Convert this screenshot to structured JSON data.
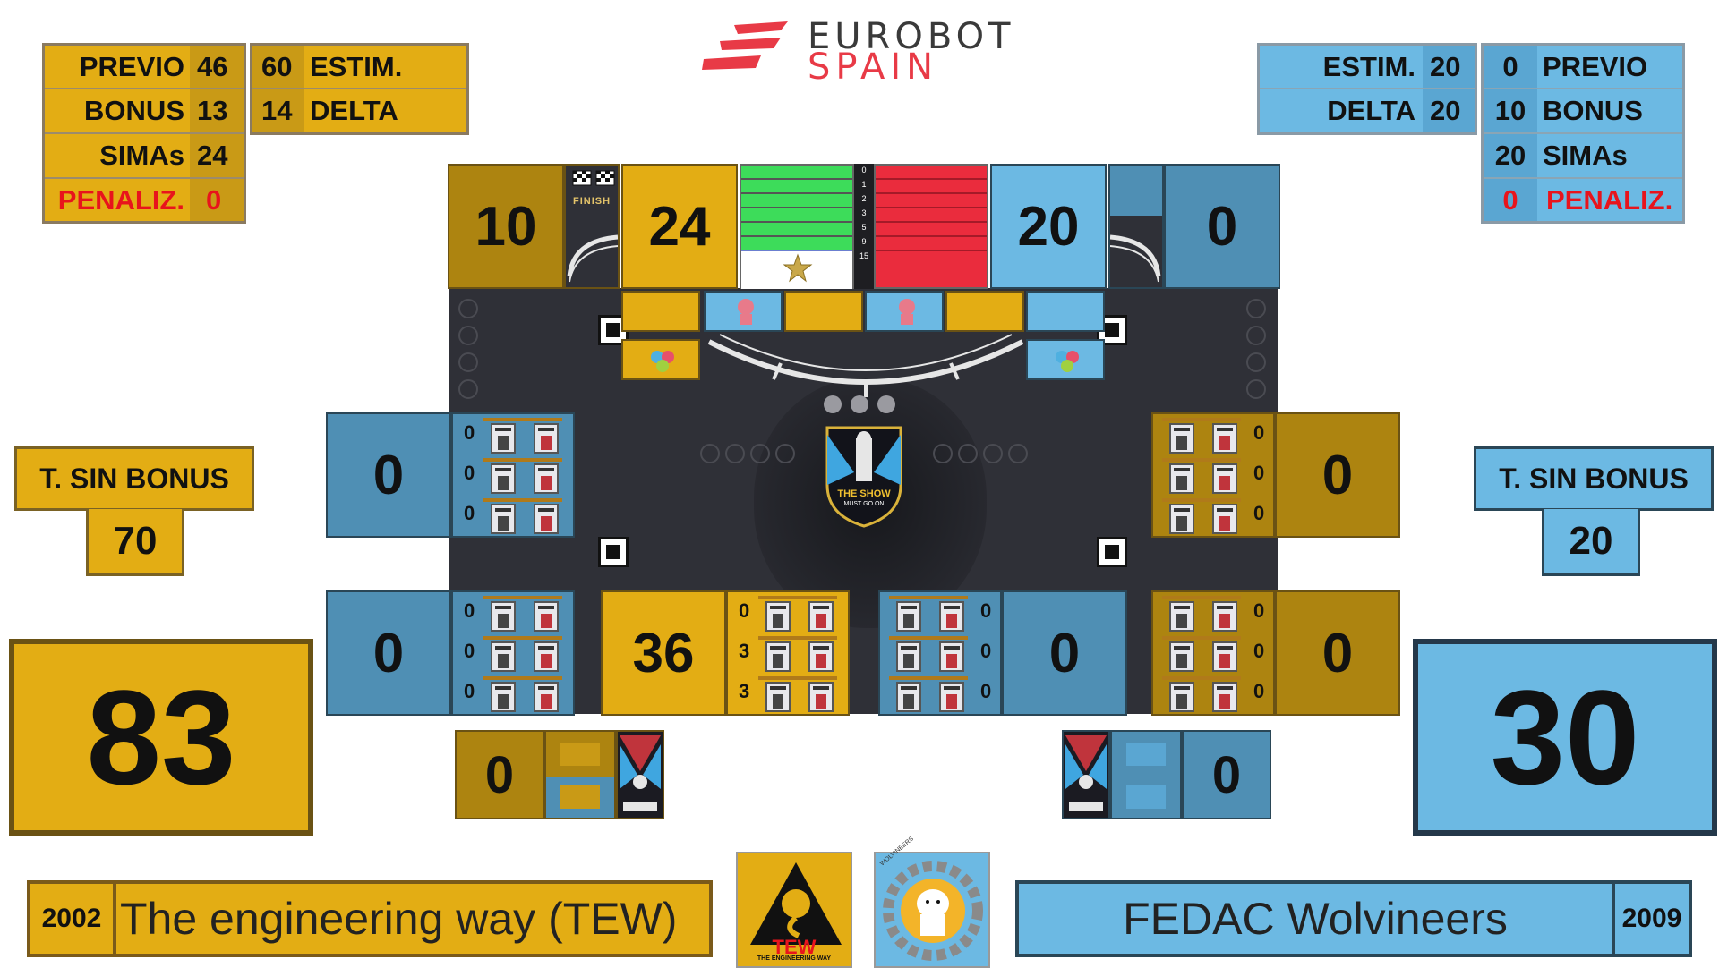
{
  "brand": {
    "line1": "EUROBOT",
    "line2": "SPAIN"
  },
  "yellow": {
    "stats": [
      {
        "label": "PREVIO",
        "value": "46"
      },
      {
        "label": "BONUS",
        "value": "13"
      },
      {
        "label": "SIMAs",
        "value": "24"
      },
      {
        "label": "PENALIZ.",
        "value": "0"
      }
    ],
    "estim": {
      "label": "ESTIM.",
      "value": "60"
    },
    "delta": {
      "label": "DELTA",
      "value": "14"
    },
    "t_sin_bonus_label": "T. SIN BONUS",
    "t_sin_bonus_value": "70",
    "total": "83",
    "year": "2002",
    "team_name": "The engineering way (TEW)",
    "logo_text": "TEW",
    "logo_sub": "THE ENGINEERING WAY"
  },
  "blue": {
    "stats": [
      {
        "label": "PREVIO",
        "value": "0"
      },
      {
        "label": "BONUS",
        "value": "10"
      },
      {
        "label": "SIMAs",
        "value": "20"
      },
      {
        "label": "PENALIZ.",
        "value": "0"
      }
    ],
    "estim": {
      "label": "ESTIM.",
      "value": "20"
    },
    "delta": {
      "label": "DELTA",
      "value": "20"
    },
    "t_sin_bonus_label": "T. SIN BONUS",
    "t_sin_bonus_value": "20",
    "total": "30",
    "year": "2009",
    "team_name": "FEDAC Wolvineers",
    "logo_text": "WOLVINEERS"
  },
  "top": {
    "yellow_left": "10",
    "yellow_score": "24",
    "blue_score": "20",
    "blue_right": "0",
    "finish_label": "FINISH",
    "scale": [
      "0",
      "1",
      "2",
      "3",
      "5",
      "9",
      "15"
    ]
  },
  "field": {
    "center_title": "THE SHOW",
    "center_sub": "MUST GO ON"
  },
  "areas": {
    "left_upper": {
      "score": "0",
      "counts": [
        "0",
        "0",
        "0"
      ]
    },
    "left_lower": {
      "score": "0",
      "counts": [
        "0",
        "0",
        "0"
      ]
    },
    "mid_yellow": {
      "score": "36",
      "counts": [
        "0",
        "3",
        "3"
      ]
    },
    "mid_blue": {
      "score": "0",
      "counts": [
        "0",
        "0",
        "0"
      ]
    },
    "right_upper": {
      "score": "0",
      "counts": [
        "0",
        "0",
        "0"
      ]
    },
    "right_lower": {
      "score": "0",
      "counts": [
        "0",
        "0",
        "0"
      ]
    }
  },
  "bottom": {
    "yellow_score": "0",
    "blue_score": "0"
  },
  "colors": {
    "yellow": "#e3ad14",
    "blue": "#6cb9e3",
    "penalty": "#e8141c",
    "green": "#3ddc5a",
    "red": "#ea2c3d"
  }
}
